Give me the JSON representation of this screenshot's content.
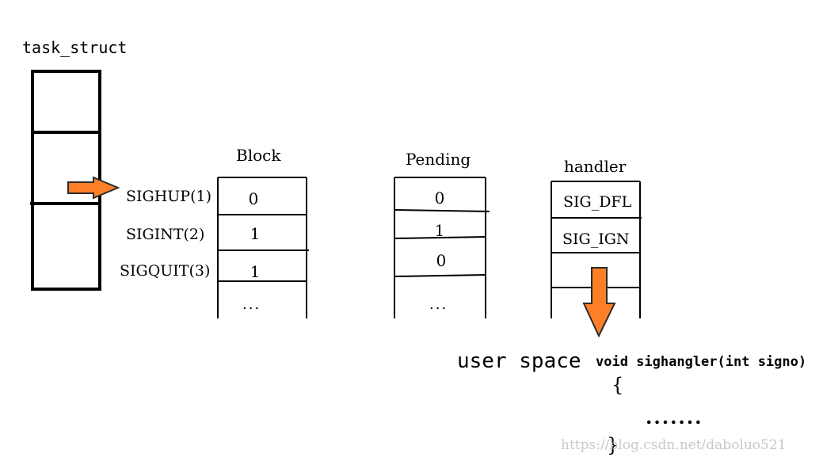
{
  "task_struct": {
    "title": "task_struct"
  },
  "block": {
    "title": "Block",
    "values": [
      "0",
      "1",
      "1"
    ],
    "ellipsis": "..."
  },
  "pending": {
    "title": "Pending",
    "values": [
      "0",
      "1",
      "0"
    ],
    "ellipsis": "..."
  },
  "handler": {
    "title": "handler",
    "values": [
      "SIG_DFL",
      "SIG_IGN"
    ]
  },
  "signals": [
    "SIGHUP(1)",
    "SIGINT(2)",
    "SIGQUIT(3)"
  ],
  "user_space": {
    "label": "user space",
    "signature": "void sighangler(int signo)",
    "open_brace": "{",
    "body": ".......",
    "close_brace": "}"
  },
  "watermark": "https://blog.csdn.net/daboluo521",
  "colors": {
    "arrow_fill": "#ff7f27",
    "arrow_stroke": "#2b2b2b",
    "line": "#000000",
    "watermark": "#c8c8c8"
  }
}
